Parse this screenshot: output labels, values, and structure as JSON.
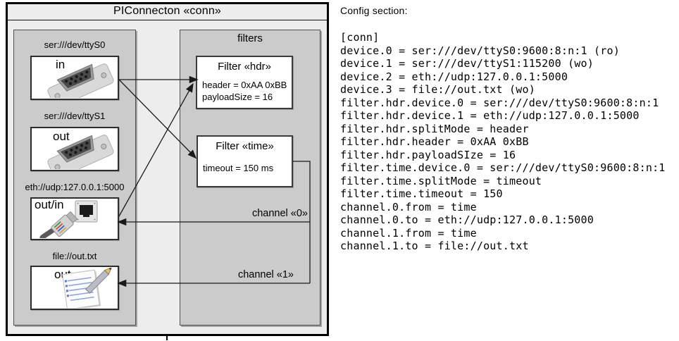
{
  "diagram": {
    "title": "PIConnecton «conn»",
    "devices": [
      {
        "label": "ser:///dev/ttyS0",
        "port": "in"
      },
      {
        "label": "ser:///dev/ttyS1",
        "port": "out"
      },
      {
        "label": "eth://udp:127.0.0.1:5000",
        "port": "out/in"
      },
      {
        "label": "file://out.txt",
        "port": "out"
      }
    ],
    "filters_title": "filters",
    "filters": [
      {
        "title": "Filter «hdr»",
        "props": [
          "header = 0xAA 0xBB",
          "payloadSize = 16"
        ]
      },
      {
        "title": "Filter «time»",
        "props": [
          "timeout = 150 ms"
        ]
      }
    ],
    "channels": [
      {
        "label": "channel «0»"
      },
      {
        "label": "channel «1»"
      }
    ]
  },
  "config": {
    "heading": "Config section:",
    "lines": [
      "[conn]",
      "device.0 = ser:///dev/ttyS0:9600:8:n:1 (ro)",
      "device.1 = ser:///dev/ttyS1:115200 (wo)",
      "device.2 = eth://udp:127.0.0.1:5000",
      "device.3 = file://out.txt (wo)",
      "filter.hdr.device.0 = ser:///dev/ttyS0:9600:8:n:1",
      "filter.hdr.device.1 = eth://udp:127.0.0.1:5000",
      "filter.hdr.splitMode = header",
      "filter.hdr.header = 0xAA 0xBB",
      "filter.hdr.payloadSIze = 16",
      "filter.time.device.0 = ser:///dev/ttyS0:9600:8:n:1",
      "filter.time.splitMode = timeout",
      "filter.time.timeout = 150",
      "channel.0.from = time",
      "channel.0.to = eth://udp:127.0.0.1:5000",
      "channel.1.from = time",
      "channel.1.to = file://out.txt"
    ]
  },
  "colors": {
    "diagram_background": "#ededed",
    "panel_fill": "#cbcbcb",
    "node_fill": "#ffffff",
    "line_color": "#1a1a1a"
  }
}
